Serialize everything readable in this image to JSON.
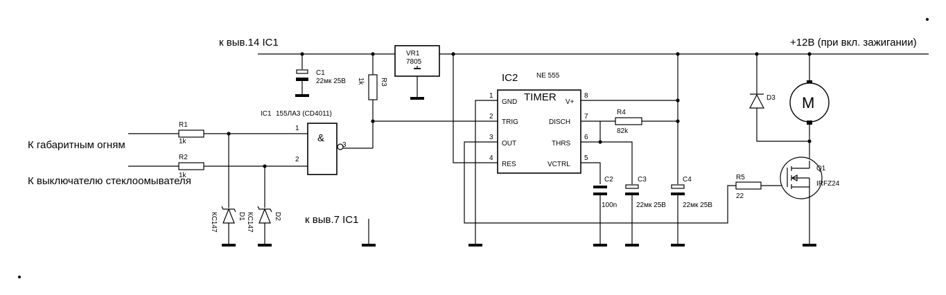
{
  "labels": {
    "top_left": "к выв.14 IC1",
    "top_right": "+12В (при вкл. зажигании)",
    "input1": "К габаритным огням",
    "input2": "К выключателю стеклоомывателя",
    "ground_ic1": "к выв.7 IC1"
  },
  "parts": {
    "c1_name": "C1",
    "c1_val": "22мк 25В",
    "r3_name": "R3",
    "r3_val": "1k",
    "vr1_name": "VR1",
    "vr1_val": "7805",
    "ic2_name": "IC2",
    "ic2_type": "NE 555",
    "ic2_title": "TIMER",
    "ic1_name": "IC1",
    "ic1_type": "155ЛА3 (CD4011)",
    "gate_symbol": "&",
    "r1_name": "R1",
    "r1_val": "1k",
    "r2_name": "R2",
    "r2_val": "1k",
    "d1_name": "D1",
    "d1_val": "КС147",
    "d2_name": "D2",
    "d2_val": "КС147",
    "r4_name": "R4",
    "r4_val": "82k",
    "c2_name": "C2",
    "c2_val": "100n",
    "c3_name": "C3",
    "c3_val": "22мк 25В",
    "c4_name": "C4",
    "c4_val": "22мк 25В",
    "d3_name": "D3",
    "q1_name": "Q1",
    "q1_val": "IRFZ24",
    "r5_name": "R5",
    "r5_val": "22",
    "motor_symbol": "M"
  },
  "ic2_pins": {
    "p1": "1",
    "p2": "2",
    "p3": "3",
    "p4": "4",
    "p5": "5",
    "p6": "6",
    "p7": "7",
    "p8": "8",
    "gnd": "GND",
    "trig": "TRIG",
    "out": "OUT",
    "res": "RES",
    "vcc": "V+",
    "disch": "DISCH",
    "thrs": "THRS",
    "vctrl": "VCTRL"
  },
  "ic1_pins": {
    "in1": "1",
    "in2": "2",
    "out": "3"
  }
}
